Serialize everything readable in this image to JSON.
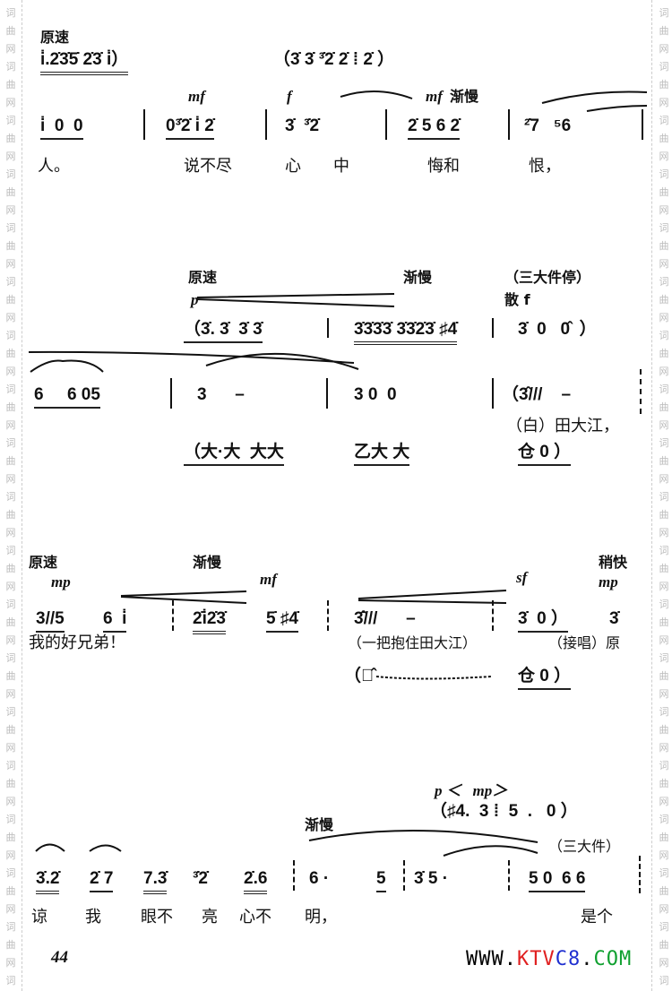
{
  "watermark": "词曲网",
  "page_number": "44",
  "site": {
    "a": "WWW.",
    "b": "KTV",
    "c": "C8",
    ".": ".",
    "d": "COM",
    "colors": {
      "a": "#000000",
      "b": "#e02020",
      "c": "#2030d0",
      "d": "#10a030"
    }
  },
  "sys1": {
    "tempo": "原速",
    "intro_a": "i̇.2̇3̇5̇ 2̇3̇ i̇）",
    "intro_b": "（3̇ 3̇ ³̇2̇ 2̇ ⁞ 2̇ ）",
    "dyn": [
      "mf",
      "f",
      "mf",
      "渐慢"
    ],
    "m1": "i̇  0  0",
    "m2": "0³̇2̇ i̇ 2̇",
    "m3": "3̇  ³̇2̇",
    "m4": "2̇ 5 6 2̇",
    "m5": "²̇7   ⁵6",
    "lyrics": [
      "人。",
      "说不尽",
      "心",
      "中",
      "悔和",
      "恨，"
    ]
  },
  "sys2": {
    "tempo": "原速",
    "slow": "渐慢",
    "note": "（三大件停）",
    "p": "p",
    "free": "散 f",
    "acc1": "（3̇. 3̇  3̇ 3̇",
    "acc2": "3̇3̇3̇3̇ 3̇3̇2̇3̇ ♯4̇",
    "acc3": "3̇  0   0̂  ）",
    "m1": "6     6 05",
    "m2": "3      –",
    "m3": "3 0  0",
    "m4": "（3̂///    –",
    "spoken": "（白）田大江，",
    "perc1": "（大·大  大大",
    "perc2": "乙大 大",
    "perc3": "仓 0 ）"
  },
  "sys3": {
    "tempo": "原速",
    "slow": "渐慢",
    "faster": "稍快",
    "dyn": [
      "mp",
      "mf",
      "sf",
      "mp"
    ],
    "m1": "3//5",
    "m2": "6  i̇",
    "m3": "2̇i̇2̇3̇",
    "m4": "5̇ ♯4̇",
    "m5": "3̂̇///      –",
    "m6": "3̇  0 ）",
    "m7": "3̇",
    "lyric": "我的好兄弟！",
    "action": "（一把抱住田大江）",
    "resume": "（接唱）原",
    "perc": "（嘟̂",
    "perc_end": "仓 0 ）"
  },
  "sys4": {
    "dyn": "p ＜   mp＞",
    "acc": "（♯4.  3 ⁞  5  .   0 ）",
    "slow": "渐慢",
    "note": "（三大件）",
    "notes": [
      "3̇.2̇",
      "2̇ 7",
      "7.3̇",
      "³̇2̇",
      "2̇.6",
      "6 ·",
      "5",
      "3̇ 5 ·",
      "5 0  6 6"
    ],
    "lyrics": [
      "谅",
      "我",
      "眼不",
      "亮",
      "心不",
      "明，",
      "是个"
    ]
  }
}
